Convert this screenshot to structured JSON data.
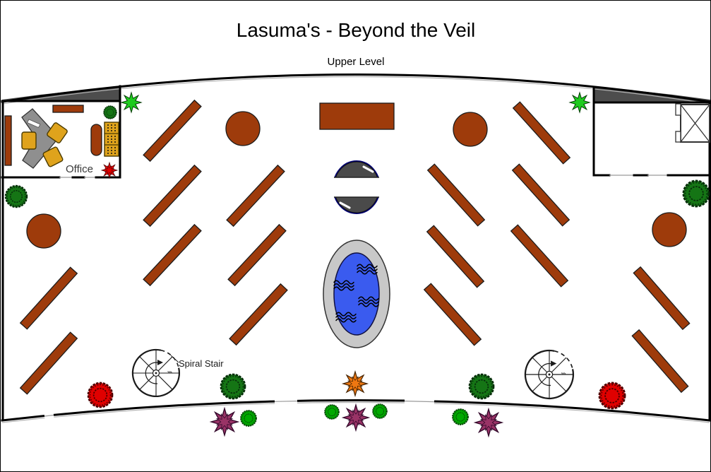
{
  "header": {
    "title": "Lasuma's - Beyond the Veil",
    "subtitle": "Upper Level"
  },
  "labels": {
    "office": "Office",
    "spiral_stair": "Spiral Stair"
  },
  "colors": {
    "shelf_brown": "#9E3B0B",
    "wall_gray": "#4D4D4D",
    "desk_gray": "#8F8F8F",
    "chair_gold": "#DFA31C",
    "pool_blue": "#3A5BEF",
    "pool_rim": "#C8C8C8",
    "door_ring_navy": "#000070",
    "door_segment_gray": "#4A4A4A",
    "bush_dark_green": "#157515",
    "bush_bright_green": "#00A900",
    "plant_red": "#E00000",
    "star_green": "#1ECB1E",
    "flower_orange": "#EE7711",
    "flower_purple": "#993366"
  },
  "objects": {
    "diagonal_display_shelves": 16,
    "round_display_tables": 4,
    "center_display_counter": 1,
    "fountain_pool": 1,
    "revolving_entry_circle": 1,
    "spiral_stairs": 2,
    "elevator": 1,
    "office_desk": 1,
    "office_chairs": 3,
    "office_sofa": 1,
    "office_bookcase": 1,
    "office_wall_shelves": 2,
    "dark_green_bushes": 5,
    "small_green_bushes": 4,
    "red_bushes": 2,
    "green_star_plants": 2,
    "red_star_plant": 1,
    "orange_flower": 1,
    "purple_flowers": 3
  }
}
